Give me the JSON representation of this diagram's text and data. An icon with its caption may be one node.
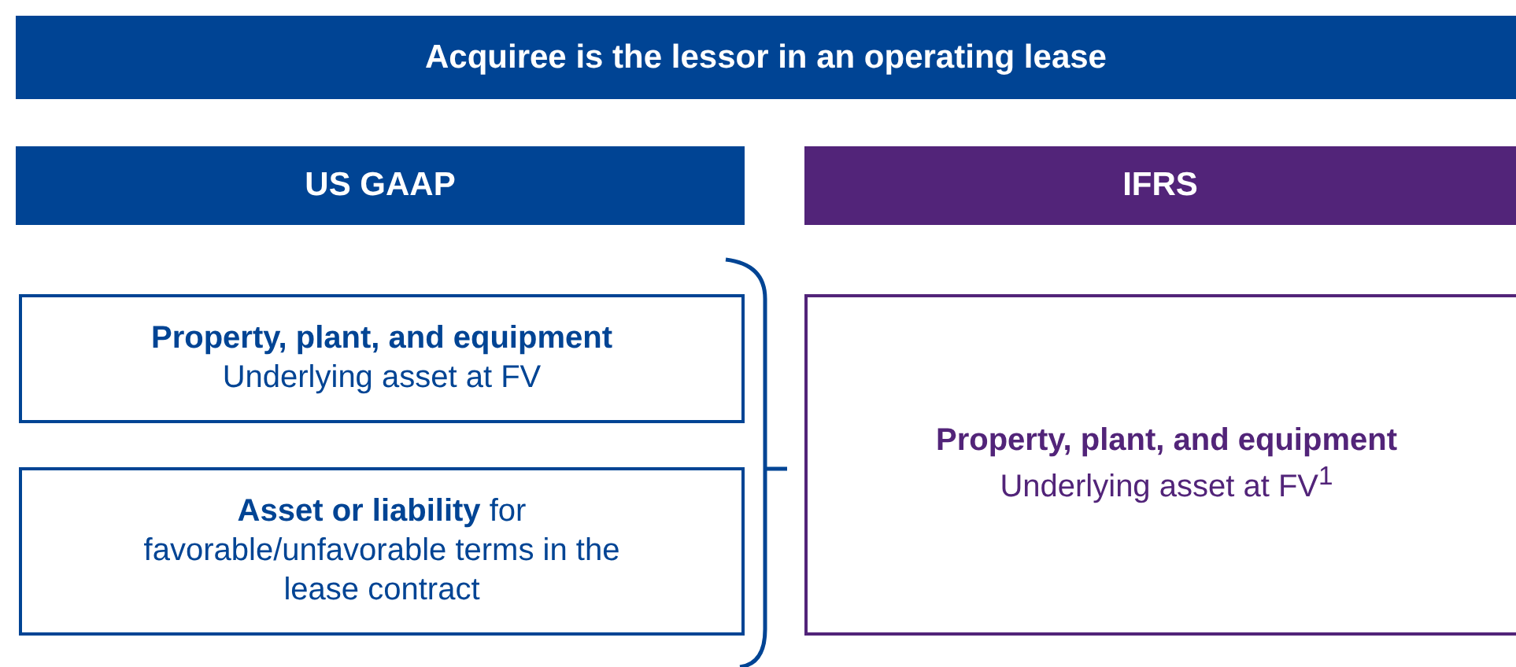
{
  "diagram": {
    "nodes": [
      {
        "text": [
          "Acquiree is the lessor in an operating lease"
        ]
      },
      {
        "text": [
          "US GAAP"
        ]
      },
      {
        "text": [
          "IFRS"
        ]
      },
      {
        "text": [
          "Property, plant, and equipment",
          "Underlying asset at FV"
        ]
      },
      {
        "text": [
          "**Asset or liability** for favorable/unfavorable terms in the lease contract"
        ]
      },
      {
        "text": [
          "Property, plant, and equipment",
          "Underlying asset at FV$^{1}$"
        ]
      }
    ]
  }
}
